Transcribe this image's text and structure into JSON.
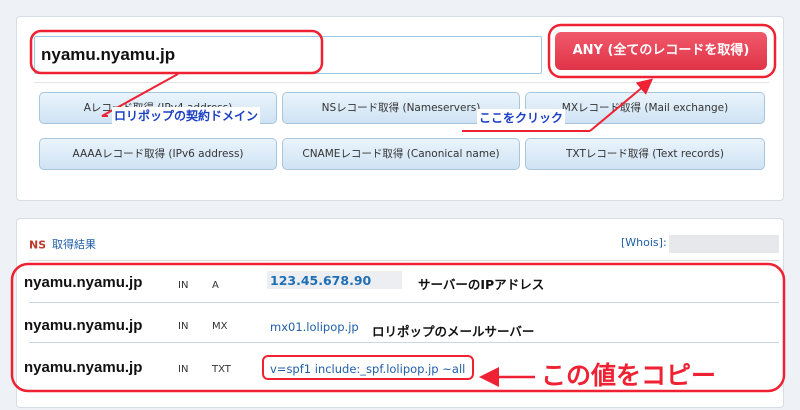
{
  "search": {
    "domain_value": "nyamu.nyamu.jp",
    "any_button_label": "ANY (全てのレコードを取得)"
  },
  "record_buttons": [
    {
      "label": "Aレコード取得 (IPv4 address)"
    },
    {
      "label": "NSレコード取得 (Nameservers)"
    },
    {
      "label": "MXレコード取得 (Mail exchange)"
    },
    {
      "label": "AAAAレコード取得 (IPv6 address)"
    },
    {
      "label": "CNAMEレコード取得 (Canonical name)"
    },
    {
      "label": "TXTレコード取得 (Text records)"
    }
  ],
  "results": {
    "icon_text": "NS",
    "title": "取得結果",
    "whois_label": "[Whois]:",
    "rows": [
      {
        "name": "nyamu.nyamu.jp",
        "class": "IN",
        "type": "A",
        "value": "123.45.678.90"
      },
      {
        "name": "nyamu.nyamu.jp",
        "class": "IN",
        "type": "MX",
        "value": "mx01.lolipop.jp"
      },
      {
        "name": "nyamu.nyamu.jp",
        "class": "IN",
        "type": "TXT",
        "value": "v=spf1 include:_spf.lolipop.jp ~all"
      }
    ]
  },
  "annotations": {
    "domain_note": "ロリポップの契約ドメイン",
    "click_note": "ここをクリック",
    "ip_note": "サーバーのIPアドレス",
    "mail_note": "ロリポップのメールサーバー",
    "copy_note": "この値をコピー"
  },
  "colors": {
    "accent_red": "#ee2233",
    "annotation_blue": "#1a3fc4",
    "link_blue": "#1f5fa8",
    "button_gradient_top": "#eaf4fc",
    "button_gradient_bottom": "#cfe3f4"
  }
}
